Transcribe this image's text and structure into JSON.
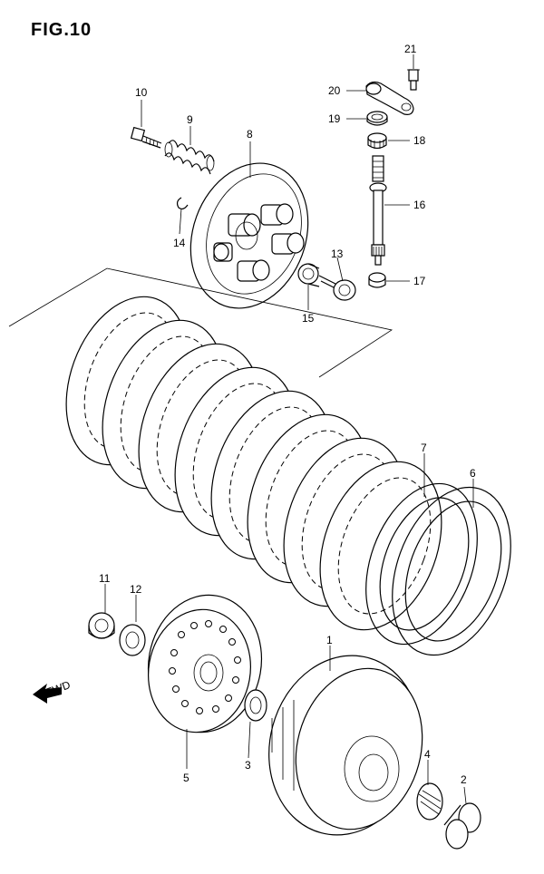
{
  "figure": {
    "title": "FIG.10"
  },
  "fwd_label": "FWD",
  "callouts": [
    {
      "id": "c21",
      "label": "21"
    },
    {
      "id": "c20",
      "label": "20"
    },
    {
      "id": "c19",
      "label": "19"
    },
    {
      "id": "c18",
      "label": "18"
    },
    {
      "id": "c16",
      "label": "16"
    },
    {
      "id": "c17",
      "label": "17"
    },
    {
      "id": "c10",
      "label": "10"
    },
    {
      "id": "c9",
      "label": "9"
    },
    {
      "id": "c8",
      "label": "8"
    },
    {
      "id": "c14",
      "label": "14"
    },
    {
      "id": "c13",
      "label": "13"
    },
    {
      "id": "c15",
      "label": "15"
    },
    {
      "id": "c7",
      "label": "7"
    },
    {
      "id": "c6",
      "label": "6"
    },
    {
      "id": "c11",
      "label": "11"
    },
    {
      "id": "c12",
      "label": "12"
    },
    {
      "id": "c1",
      "label": "1"
    },
    {
      "id": "c5",
      "label": "5"
    },
    {
      "id": "c3",
      "label": "3"
    },
    {
      "id": "c4",
      "label": "4"
    },
    {
      "id": "c2",
      "label": "2"
    }
  ]
}
